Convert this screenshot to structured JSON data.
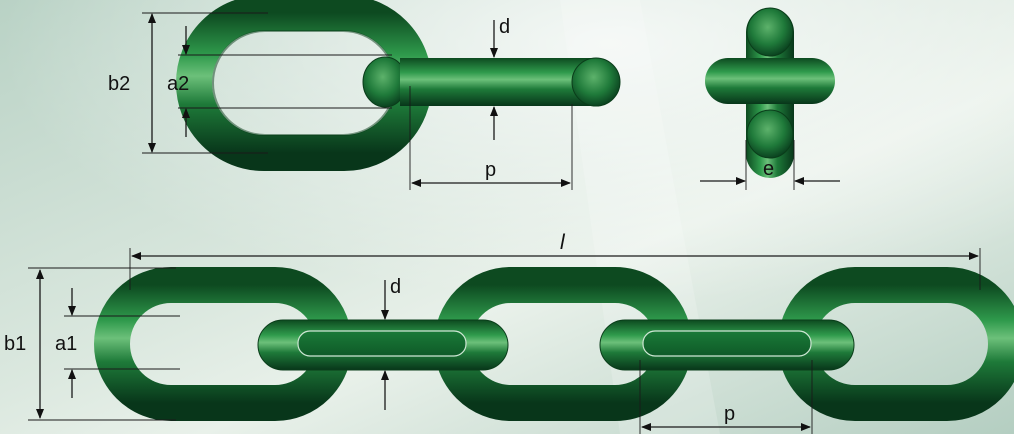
{
  "diagram": {
    "labels": {
      "b2": "b2",
      "a2": "a2",
      "d_top": "d",
      "p_top": "p",
      "e": "e",
      "l": "l",
      "b1": "b1",
      "a1": "a1",
      "d_bottom": "d",
      "p_bottom": "p"
    },
    "colors": {
      "background": "#c9dcd3",
      "link_green": "#1b7a3a",
      "link_dark": "#0a3d1a",
      "link_light": "#5fb36d",
      "dimension_line": "#1a1a1a"
    }
  }
}
